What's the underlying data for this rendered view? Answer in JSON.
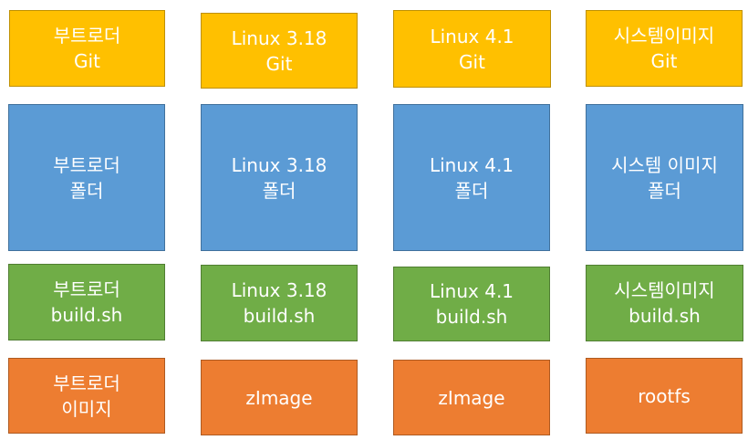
{
  "rows": [
    {
      "color": "#FFC000",
      "boxes": [
        {
          "line1": "부트로더",
          "line2": "Git"
        },
        {
          "line1": "Linux 3.18",
          "line2": "Git"
        },
        {
          "line1": "Linux 4.1",
          "line2": "Git"
        },
        {
          "line1": "시스템이미지",
          "line2": "Git"
        }
      ]
    },
    {
      "color": "#5B9BD5",
      "boxes": [
        {
          "line1": "부트로더",
          "line2": "폴더"
        },
        {
          "line1": "Linux 3.18",
          "line2": "폴더"
        },
        {
          "line1": "Linux 4.1",
          "line2": "폴더"
        },
        {
          "line1": "시스템 이미지",
          "line2": "폴더"
        }
      ]
    },
    {
      "color": "#70AD47",
      "boxes": [
        {
          "line1": "부트로더",
          "line2": "build.sh"
        },
        {
          "line1": "Linux 3.18",
          "line2": "build.sh"
        },
        {
          "line1": "Linux 4.1",
          "line2": "build.sh"
        },
        {
          "line1": "시스템이미지",
          "line2": "build.sh"
        }
      ]
    },
    {
      "color": "#ED7D31",
      "boxes": [
        {
          "line1": "부트로더",
          "line2": "이미지"
        },
        {
          "line1": "zImage"
        },
        {
          "line1": "zImage"
        },
        {
          "line1": "rootfs"
        }
      ]
    }
  ]
}
